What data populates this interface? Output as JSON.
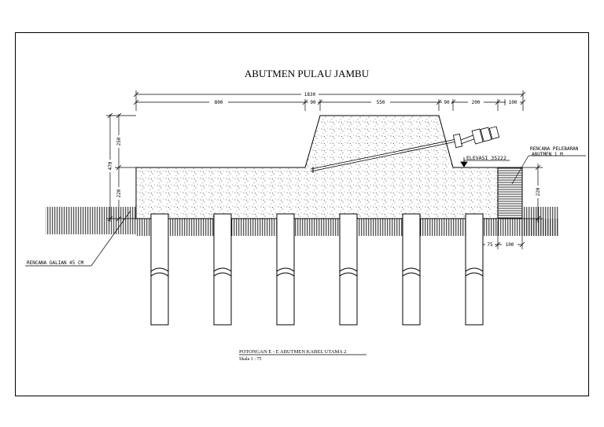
{
  "drawing": {
    "title": "ABUTMEN PULAU JAMBU",
    "caption": "POTONGAN E - E ABUTMEN KABEL UTAMA 2",
    "scale": "Skala 1 : 75"
  },
  "dimensions": {
    "overall": "1830",
    "seg_800": "800",
    "seg_90a": "90",
    "seg_550": "550",
    "seg_90b": "90",
    "seg_200": "200",
    "seg_100": "100",
    "left_total": "470",
    "left_upper": "250",
    "left_lower": "220",
    "right_height": "220",
    "bottom_75": "75",
    "bottom_100": "100"
  },
  "annotations": {
    "elevation": "ELEVASI 35222",
    "widening_line1": "RENCANA PELEBARAN",
    "widening_line2": "ABUTMEN 1 M",
    "excavation": "RENCANA GALIAN 45 CM"
  },
  "colors": {
    "ink": "#000000",
    "paper": "#ffffff"
  }
}
